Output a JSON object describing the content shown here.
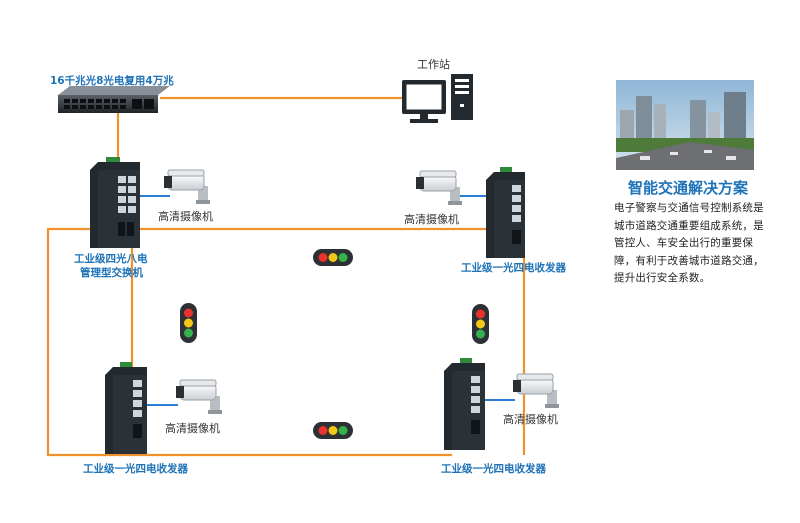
{
  "labels": {
    "core_switch": "16千兆光8光电复用4万兆",
    "workstation": "工作站",
    "industrial_switch_line1": "工业级四光八电",
    "industrial_switch_line2": "管理型交换机",
    "camera": "高清摄像机",
    "transceiver": "工业级一光四电收发器"
  },
  "panel": {
    "title": "智能交通解决方案",
    "text": "电子警察与交通信号控制系统是城市道路交通重要组成系统，是管控人、车安全出行的重要保障，有利于改善城市道路交通，提升出行安全系数。"
  },
  "colors": {
    "link": "#f0922b",
    "label_blue": "#1e73b8",
    "device_dark": "#222a30",
    "camera_link": "#2a7fd4"
  },
  "icons": [
    "rack-switch-icon",
    "workstation-icon",
    "industrial-switch-icon",
    "camera-icon",
    "traffic-light-icon",
    "transceiver-icon",
    "city-photo-icon"
  ]
}
